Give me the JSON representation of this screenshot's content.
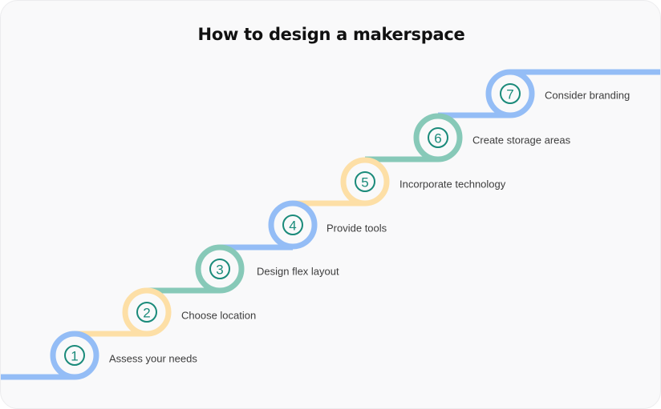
{
  "title": "How to design a makerspace",
  "colors": {
    "background": "#f9f9fa",
    "blue": "#94bdf6",
    "yellow": "#fddfa6",
    "green": "#87c9b8",
    "number": "#1a8a7a",
    "text": "#3d3d3d"
  },
  "steps": [
    {
      "number": "1",
      "label": "Assess your needs",
      "color": "blue"
    },
    {
      "number": "2",
      "label": "Choose location",
      "color": "yellow"
    },
    {
      "number": "3",
      "label": "Design flex layout",
      "color": "green"
    },
    {
      "number": "4",
      "label": "Provide tools",
      "color": "blue"
    },
    {
      "number": "5",
      "label": "Incorporate technology",
      "color": "yellow"
    },
    {
      "number": "6",
      "label": "Create storage areas",
      "color": "green"
    },
    {
      "number": "7",
      "label": "Consider branding",
      "color": "blue"
    }
  ]
}
